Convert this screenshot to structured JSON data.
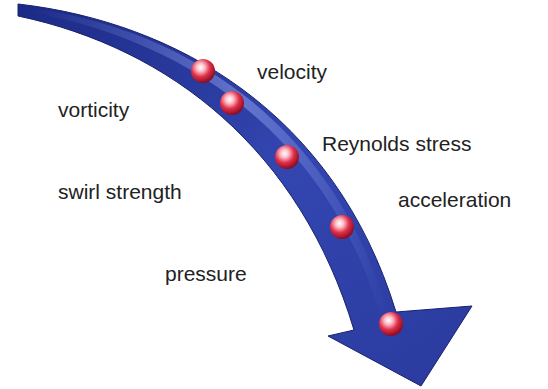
{
  "diagram": {
    "labels": [
      "velocity",
      "vorticity",
      "Reynolds stress",
      "swirl strength",
      "acceleration",
      "pressure"
    ]
  }
}
